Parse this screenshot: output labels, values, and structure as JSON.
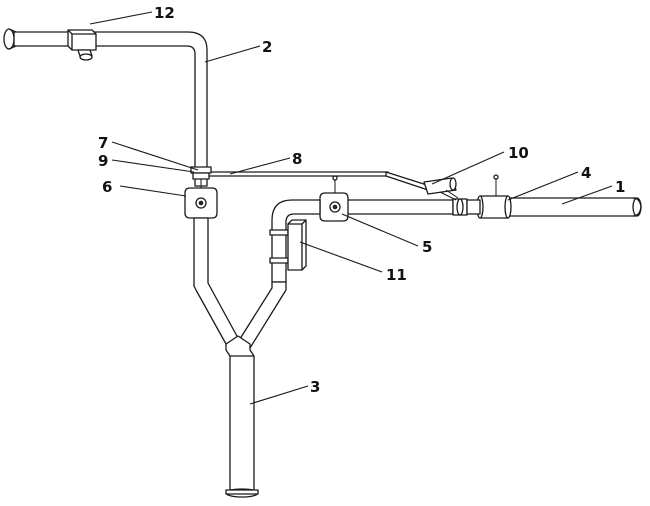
{
  "labels": {
    "l1": "1",
    "l2": "2",
    "l3": "3",
    "l4": "4",
    "l5": "5",
    "l6": "6",
    "l7": "7",
    "l8": "8",
    "l9": "9",
    "l10": "10",
    "l11": "11",
    "l12": "12"
  },
  "colors": {
    "stroke": "#1a1a1a",
    "background": "#ffffff"
  }
}
